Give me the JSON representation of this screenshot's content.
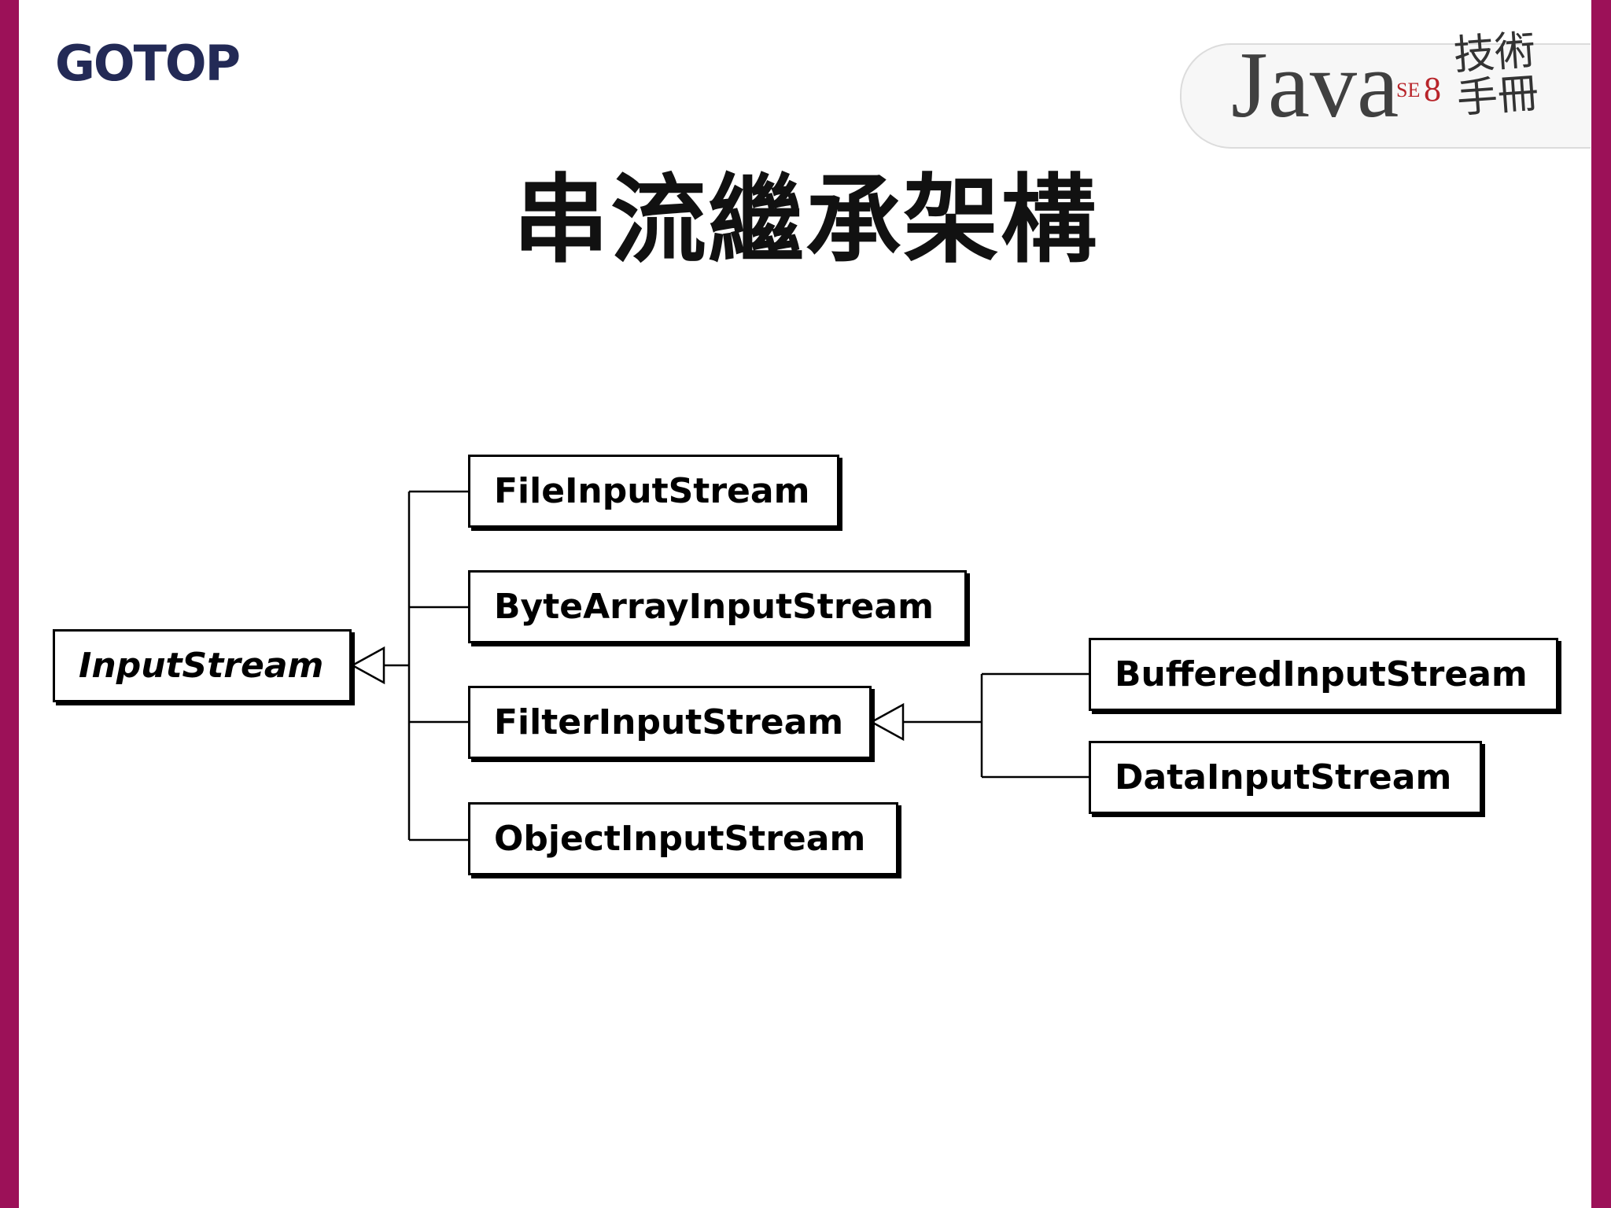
{
  "logo": {
    "text": "GOTOP"
  },
  "badge": {
    "word": "Java",
    "edition": "SE",
    "version": "8",
    "subtitle": "技術手冊"
  },
  "title": "串流繼承架構",
  "diagram": {
    "root": {
      "name": "InputStream",
      "abstract": true
    },
    "children": [
      {
        "name": "FileInputStream"
      },
      {
        "name": "ByteArrayInputStream"
      },
      {
        "name": "FilterInputStream"
      },
      {
        "name": "ObjectInputStream"
      }
    ],
    "grandchildren": [
      {
        "name": "BufferedInputStream",
        "parent": "FilterInputStream"
      },
      {
        "name": "DataInputStream",
        "parent": "FilterInputStream"
      }
    ]
  }
}
